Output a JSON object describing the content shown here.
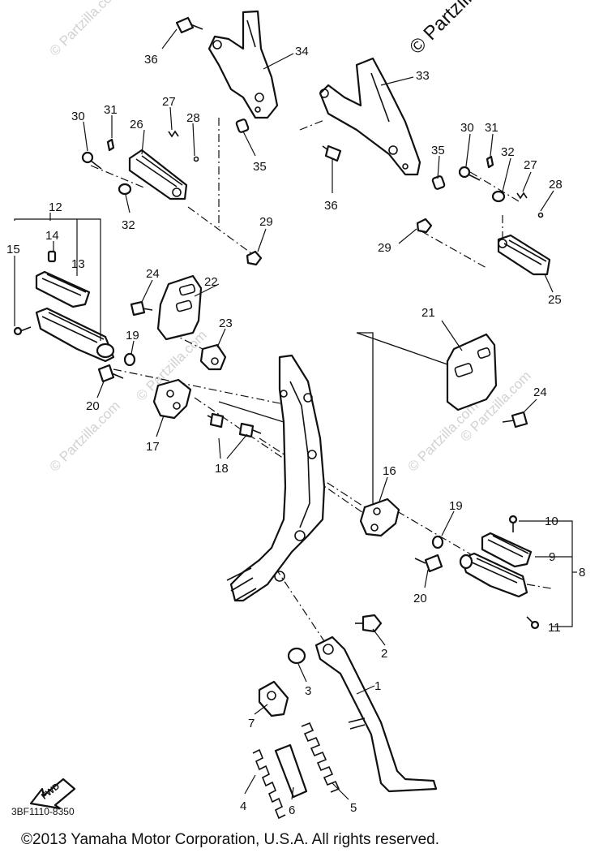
{
  "diagram": {
    "watermarks": [
      "© Partzilla.com",
      "© Partzilla.com",
      "© Partzilla.com",
      "© Partzilla.com",
      "© Partzilla.com",
      "© Partzilla.com"
    ],
    "part_numbers": [
      "36",
      "34",
      "33",
      "27",
      "28",
      "31",
      "30",
      "26",
      "35",
      "36",
      "35",
      "30",
      "31",
      "32",
      "27",
      "28",
      "32",
      "29",
      "29",
      "12",
      "14",
      "13",
      "15",
      "24",
      "22",
      "25",
      "19",
      "23",
      "21",
      "20",
      "17",
      "24",
      "18",
      "16",
      "19",
      "10",
      "9",
      "8",
      "20",
      "11",
      "2",
      "1",
      "3",
      "7",
      "4",
      "6",
      "5"
    ],
    "fwd_label": "FWD",
    "drawing_code": "3BF1110-8350",
    "copyright": "©2013  Yamaha Motor Corporation, U.S.A. All rights reserved."
  }
}
